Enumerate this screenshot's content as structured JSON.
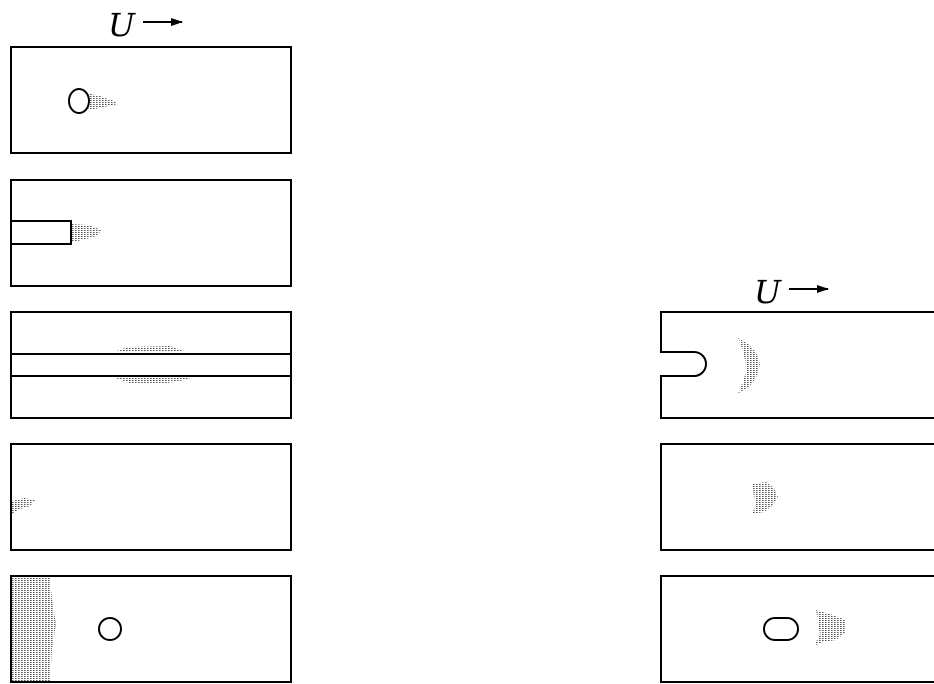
{
  "labels": {
    "velocity_left": "U",
    "velocity_right": "U"
  },
  "colors": {
    "ink": "#000000",
    "background": "#ffffff",
    "stipple": "#555555"
  },
  "panels": {
    "left_column": [
      {
        "id": "cylinder",
        "description_name": "cylinder-wake-panel"
      },
      {
        "id": "plate",
        "description_name": "plate-tip-panel"
      },
      {
        "id": "strip",
        "description_name": "horizontal-strip-panel"
      },
      {
        "id": "corner",
        "description_name": "wall-corner-panel"
      },
      {
        "id": "wall-layer",
        "description_name": "inlet-layer-panel"
      }
    ],
    "right_column": [
      {
        "id": "notch",
        "description_name": "notch-panel"
      },
      {
        "id": "blob",
        "description_name": "blob-panel"
      },
      {
        "id": "rounded-body",
        "description_name": "rounded-body-panel"
      }
    ]
  }
}
